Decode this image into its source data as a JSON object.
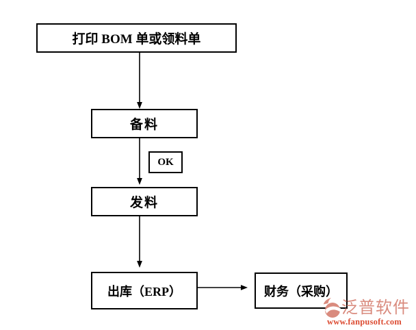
{
  "diagram": {
    "type": "flowchart",
    "nodes": {
      "print_bom": {
        "label": "打印 BOM 单或领料单"
      },
      "prepare_material": {
        "label": "备料"
      },
      "ok_flag": {
        "label": "OK"
      },
      "issue_material": {
        "label": "发料"
      },
      "stock_out": {
        "label": "出库（ERP）"
      },
      "finance": {
        "label": "财务（采购）"
      }
    },
    "edges": [
      {
        "from": "print_bom",
        "to": "prepare_material"
      },
      {
        "from": "prepare_material",
        "to": "issue_material",
        "label": "OK"
      },
      {
        "from": "issue_material",
        "to": "stock_out"
      },
      {
        "from": "stock_out",
        "to": "finance"
      }
    ],
    "colors": {
      "box_border": "#000000",
      "arrow": "#000000",
      "background": "#ffffff"
    }
  },
  "watermark": {
    "brand": "泛普软件",
    "url": "www.fanpusoft.com",
    "brand_color": "#d98b7e",
    "url_color": "#dc4c33"
  }
}
